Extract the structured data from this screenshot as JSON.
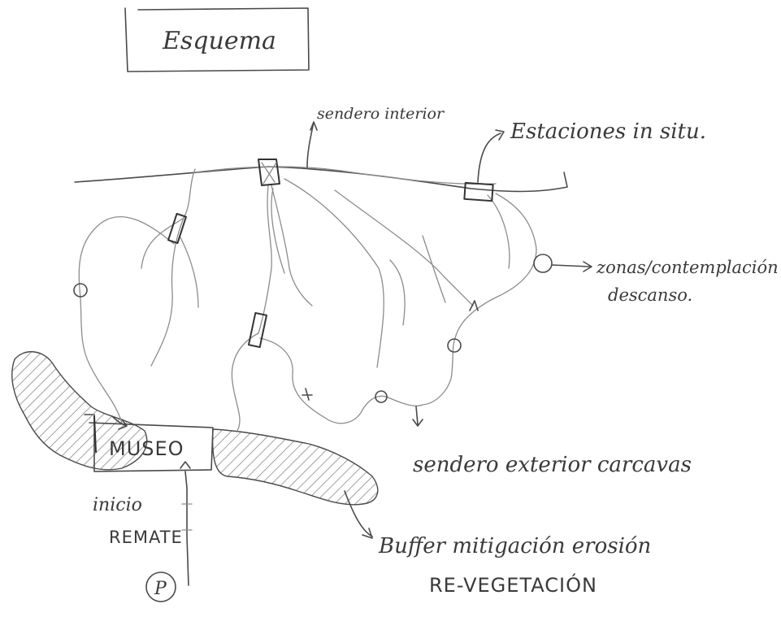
{
  "title": "Esquema",
  "labels": {
    "sendero_interior": "sendero interior",
    "estaciones": "Estaciones in situ.",
    "zonas_line1": "zonas/contemplación",
    "zonas_line2": "descanso.",
    "museo": "MUSEO",
    "inicio": "inicio",
    "remate": "REMATE",
    "parking": "P",
    "sendero_exterior": "sendero exterior carcavas",
    "buffer_line1": "Buffer mitigación erosión",
    "buffer_line2": "RE-VEGETACIÓN"
  },
  "colors": {
    "ink": "#4a4a4a",
    "hatch": "#8a8a8a"
  }
}
